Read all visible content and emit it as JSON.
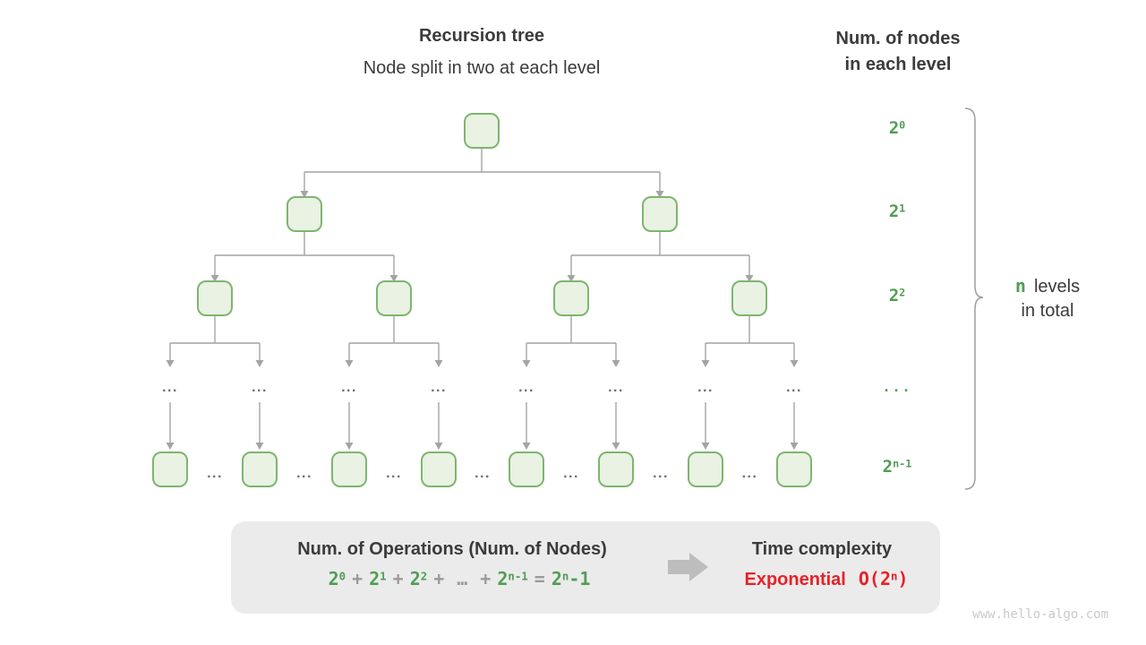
{
  "page": {
    "title": "Recursion tree",
    "subtitle": "Node split in two at each level",
    "watermark": "www.hello-algo.com"
  },
  "colors": {
    "green_text": "#4f9e53",
    "node_border": "#7eb56f",
    "node_fill": "#e9f2e3",
    "line_gray": "#a4a4a4",
    "text_dark": "#3b3b3b",
    "red_text": "#e62228",
    "box_bg": "#ebebeb",
    "tree_dots_gray": "#6e6e6e",
    "block_arrow_gray": "#bdbdbd",
    "watermark_gray": "#c9c9c9"
  },
  "tree": {
    "description": "Binary recursion tree, each node splits in two",
    "levels": [
      {
        "type": "nodes",
        "count": 1
      },
      {
        "type": "nodes",
        "count": 2
      },
      {
        "type": "nodes",
        "count": 4
      },
      {
        "type": "ellipsis",
        "count": 8,
        "text": "..."
      },
      {
        "type": "nodes",
        "count": 8,
        "interleaved_ellipsis": "..."
      }
    ]
  },
  "levels_column": {
    "title_line1": "Num. of nodes",
    "title_line2": "in each level",
    "labels": [
      {
        "base": "2",
        "sup": "0"
      },
      {
        "base": "2",
        "sup": "1"
      },
      {
        "base": "2",
        "sup": "2"
      },
      {
        "text": "..."
      },
      {
        "base": "2",
        "sup": "n-1"
      }
    ]
  },
  "brace_label": {
    "n": "n",
    "line1_rest": "levels",
    "line2": "in total"
  },
  "summary": {
    "operations_title": "Num. of Operations (Num. of Nodes)",
    "formula": [
      {
        "base": "2",
        "sup": "0",
        "kind": "term"
      },
      {
        "text": "+",
        "kind": "op"
      },
      {
        "base": "2",
        "sup": "1",
        "kind": "term"
      },
      {
        "text": "+",
        "kind": "op"
      },
      {
        "base": "2",
        "sup": "2",
        "kind": "term"
      },
      {
        "text": "+",
        "kind": "op"
      },
      {
        "text": "…",
        "kind": "op"
      },
      {
        "text": "+",
        "kind": "op"
      },
      {
        "base": "2",
        "sup": "n-1",
        "kind": "term"
      },
      {
        "text": "=",
        "kind": "op"
      },
      {
        "base": "2",
        "sup": "n",
        "tail": "-1",
        "kind": "term"
      }
    ],
    "time_title": "Time complexity",
    "complexity_word": "Exponential",
    "complexity_big_o": {
      "pre": "O(2",
      "sup": "n",
      "post": ")"
    }
  }
}
